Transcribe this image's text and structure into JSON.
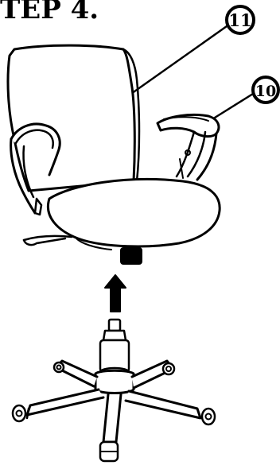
{
  "step": {
    "title": "TEP 4."
  },
  "callouts": [
    {
      "number": "11"
    },
    {
      "number": "10"
    }
  ]
}
